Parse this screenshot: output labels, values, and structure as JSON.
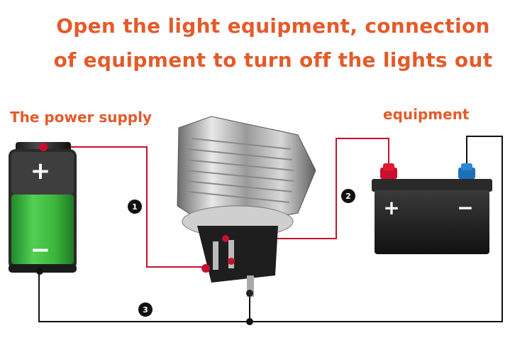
{
  "title": {
    "line1": "Open the light equipment, connection",
    "line2": "of equipment to turn off the lights out"
  },
  "labels": {
    "power_supply": "The power supply",
    "equipment": "equipment"
  },
  "markers": [
    "1",
    "2",
    "3"
  ],
  "power_supply_signs": {
    "positive": "+",
    "negative": "−"
  },
  "equipment_signs": {
    "positive": "+",
    "negative": "−"
  },
  "colors": {
    "title": "#e35b2b",
    "positive_wire": "#c8102e",
    "negative_wire": "#111111",
    "battery_green": "#3db53d"
  }
}
